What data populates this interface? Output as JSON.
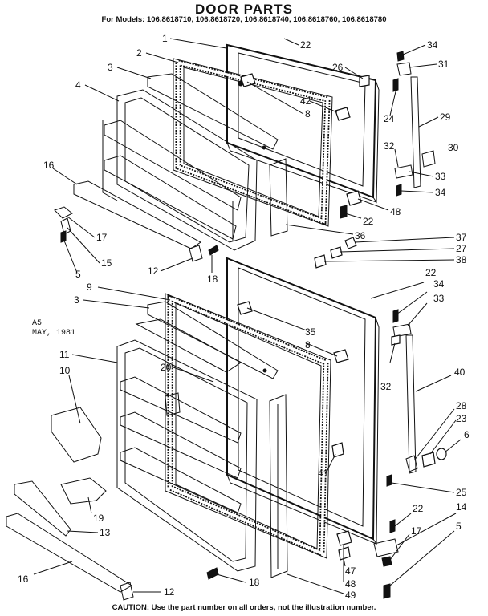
{
  "header": {
    "title": "DOOR PARTS",
    "models": "For Models: 106.8618710, 106.8618720, 106.8618740, 106.8618760, 106.8618780"
  },
  "stamp": {
    "line1": "A5",
    "line2": "MAY, 1981"
  },
  "footer": {
    "caution": "CAUTION: Use the part number on all orders, not the illustration number."
  },
  "callouts": [
    "1",
    "2",
    "3",
    "4",
    "22",
    "34",
    "31",
    "26",
    "42",
    "8",
    "24",
    "29",
    "32",
    "30",
    "33",
    "34",
    "16",
    "17",
    "15",
    "5",
    "22",
    "48",
    "36",
    "12",
    "18",
    "37",
    "27",
    "38",
    "9",
    "3",
    "22",
    "34",
    "33",
    "35",
    "8",
    "11",
    "10",
    "20",
    "32",
    "40",
    "28",
    "23",
    "6",
    "41",
    "25",
    "19",
    "13",
    "22",
    "14",
    "17",
    "5",
    "16",
    "12",
    "18",
    "47",
    "48",
    "49"
  ]
}
